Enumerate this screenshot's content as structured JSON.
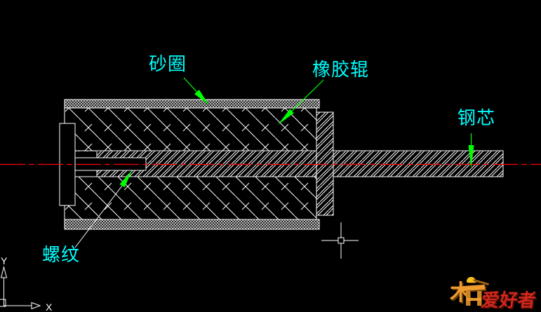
{
  "app": {
    "type": "cad-model-space",
    "background": "#000000"
  },
  "labels": {
    "sand_ring": "砂圈",
    "rubber_roller": "橡胶辊",
    "steel_core": "钢芯",
    "thread": "螺纹"
  },
  "ucs": {
    "x_axis_label": "X",
    "y_axis_label": "Y"
  },
  "watermark": {
    "logo_glyph": "木",
    "brand_text": "爱好者"
  },
  "colors": {
    "background": "#000000",
    "drawing_lines": "#ffffff",
    "label_text": "#00ffff",
    "leader_arrow": "#00ff00",
    "centerline": "#ff0000",
    "watermark_orange": "#ed9b2f",
    "watermark_red": "#d0281c"
  }
}
